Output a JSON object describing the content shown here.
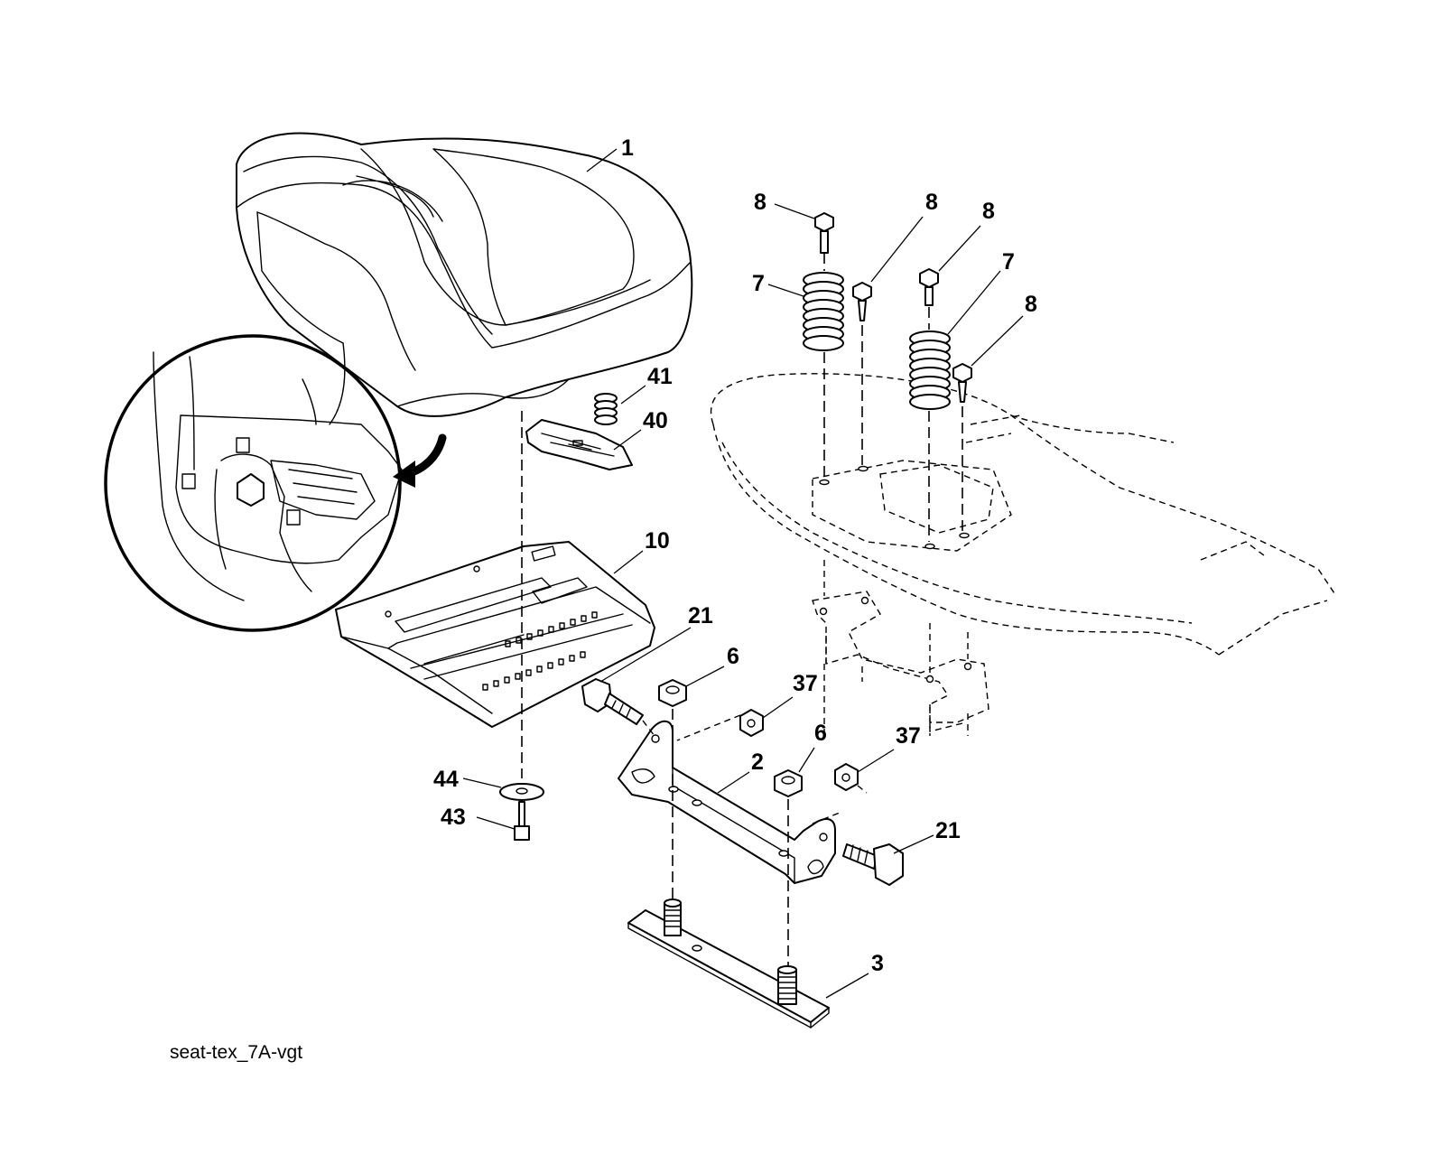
{
  "figure": {
    "caption": "seat-tex_7A-vgt",
    "callouts": {
      "c1": "1",
      "c2": "2",
      "c3": "3",
      "c6a": "6",
      "c6b": "6",
      "c7a": "7",
      "c7b": "7",
      "c8a": "8",
      "c8b": "8",
      "c8c": "8",
      "c8d": "8",
      "c10": "10",
      "c21a": "21",
      "c21b": "21",
      "c37a": "37",
      "c37b": "37",
      "c40": "40",
      "c41": "41",
      "c43": "43",
      "c44": "44"
    }
  }
}
